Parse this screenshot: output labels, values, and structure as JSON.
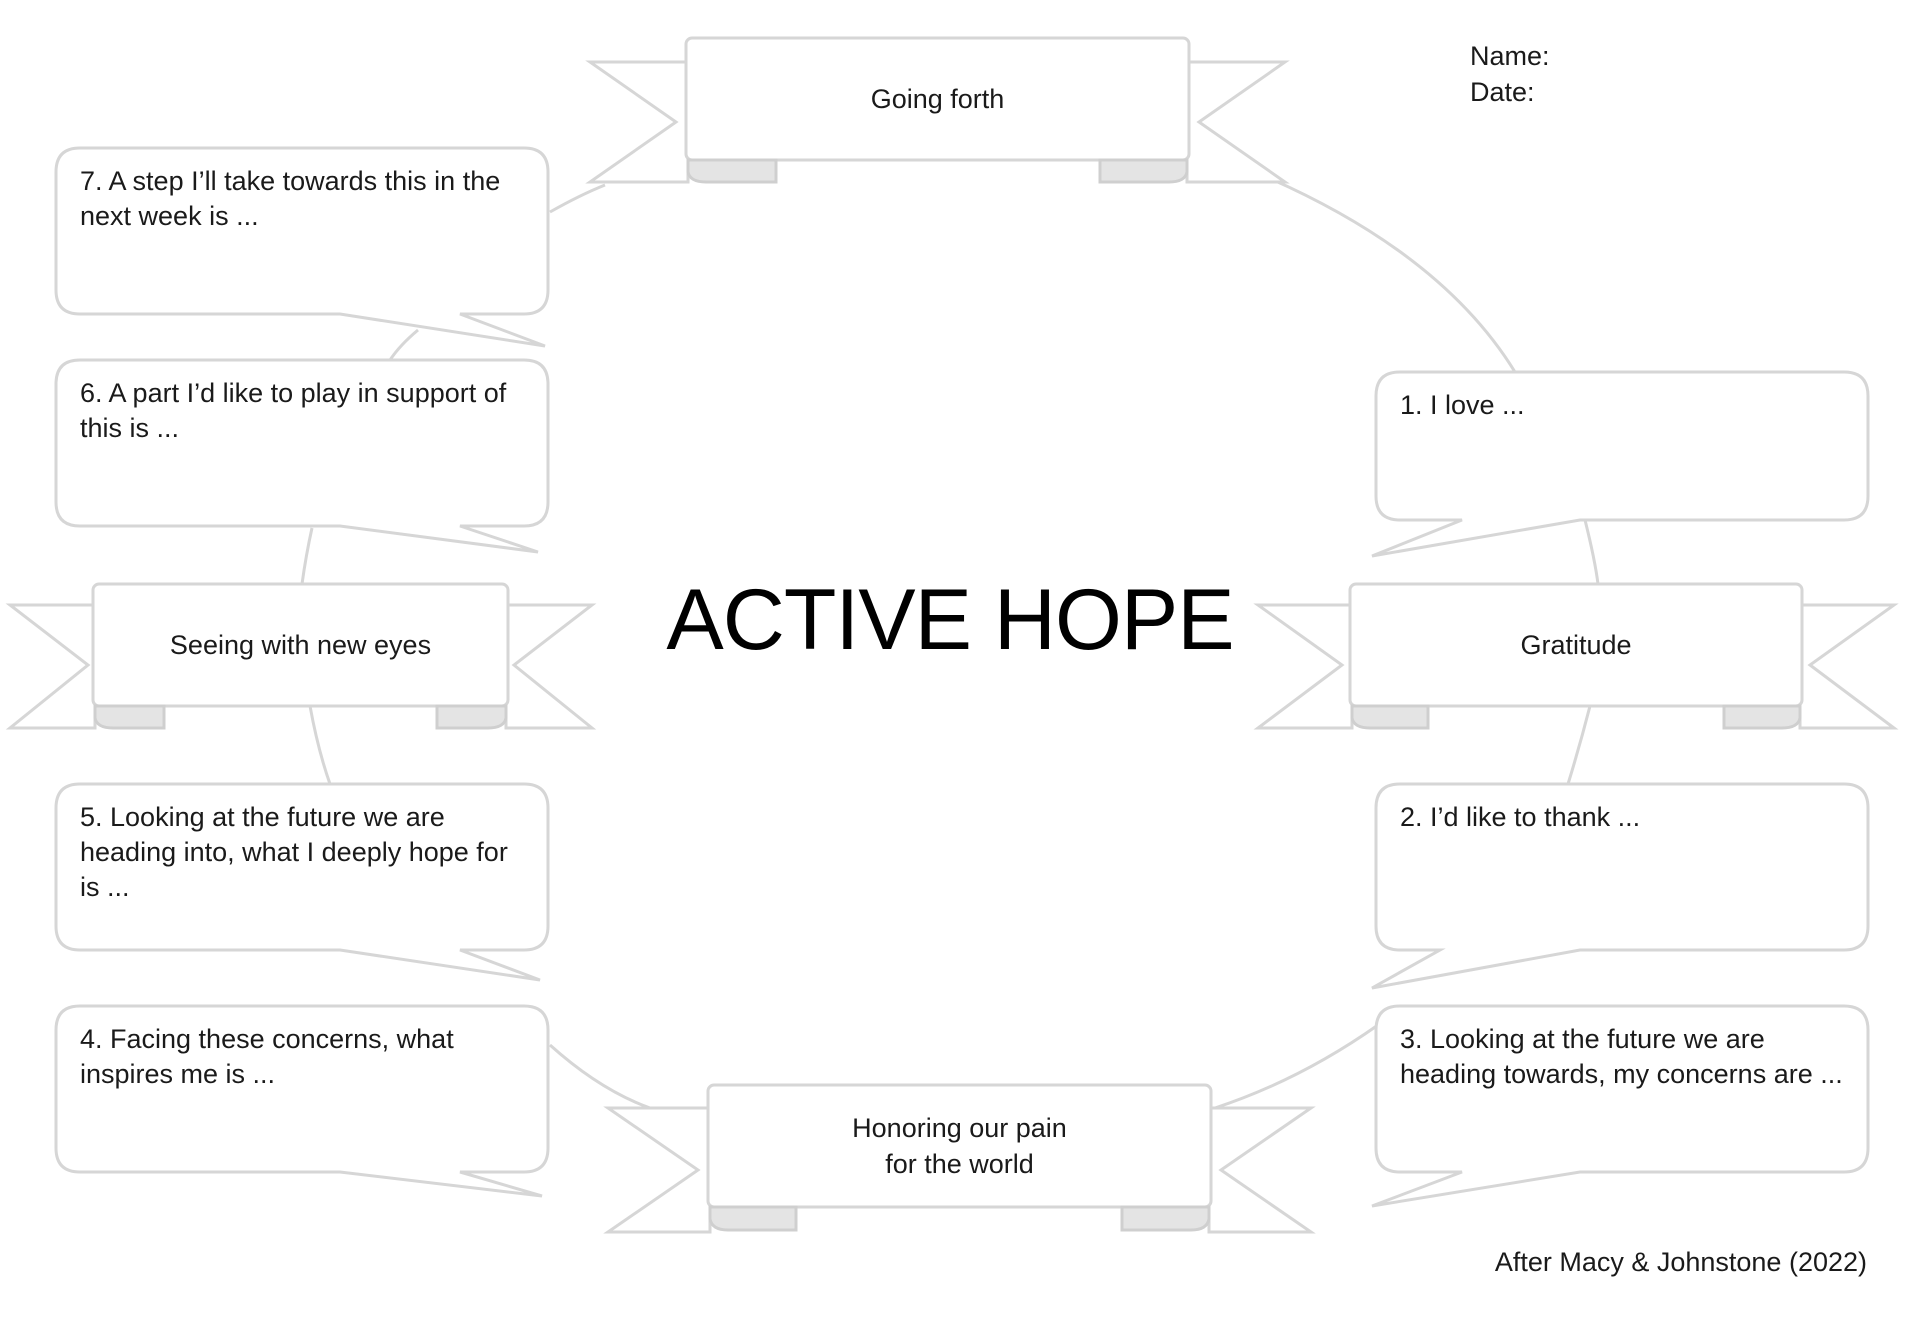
{
  "title": "ACTIVE HOPE",
  "header": {
    "name_label": "Name:",
    "date_label": "Date:"
  },
  "stages": {
    "going_forth": "Going forth",
    "gratitude": "Gratitude",
    "honoring": "Honoring our pain\nfor the world",
    "seeing": "Seeing with new eyes"
  },
  "prompts": {
    "p1": "1. I love ...",
    "p2": "2. I’d like to thank ...",
    "p3": "3. Looking at the future we are heading towards, my concerns are ...",
    "p4": "4. Facing these concerns, what inspires me is ...",
    "p5": "5. Looking at the future we are heading into, what I deeply hope for is ...",
    "p6": "6. A part I’d like to play in support of this is ...",
    "p7": "7. A step I’ll take towards this in the next week is ..."
  },
  "credit": "After Macy & Johnstone (2022)",
  "colors": {
    "outline": "#d6d6d6",
    "curl": "#cfcfcf",
    "text": "#1a1a1a"
  }
}
